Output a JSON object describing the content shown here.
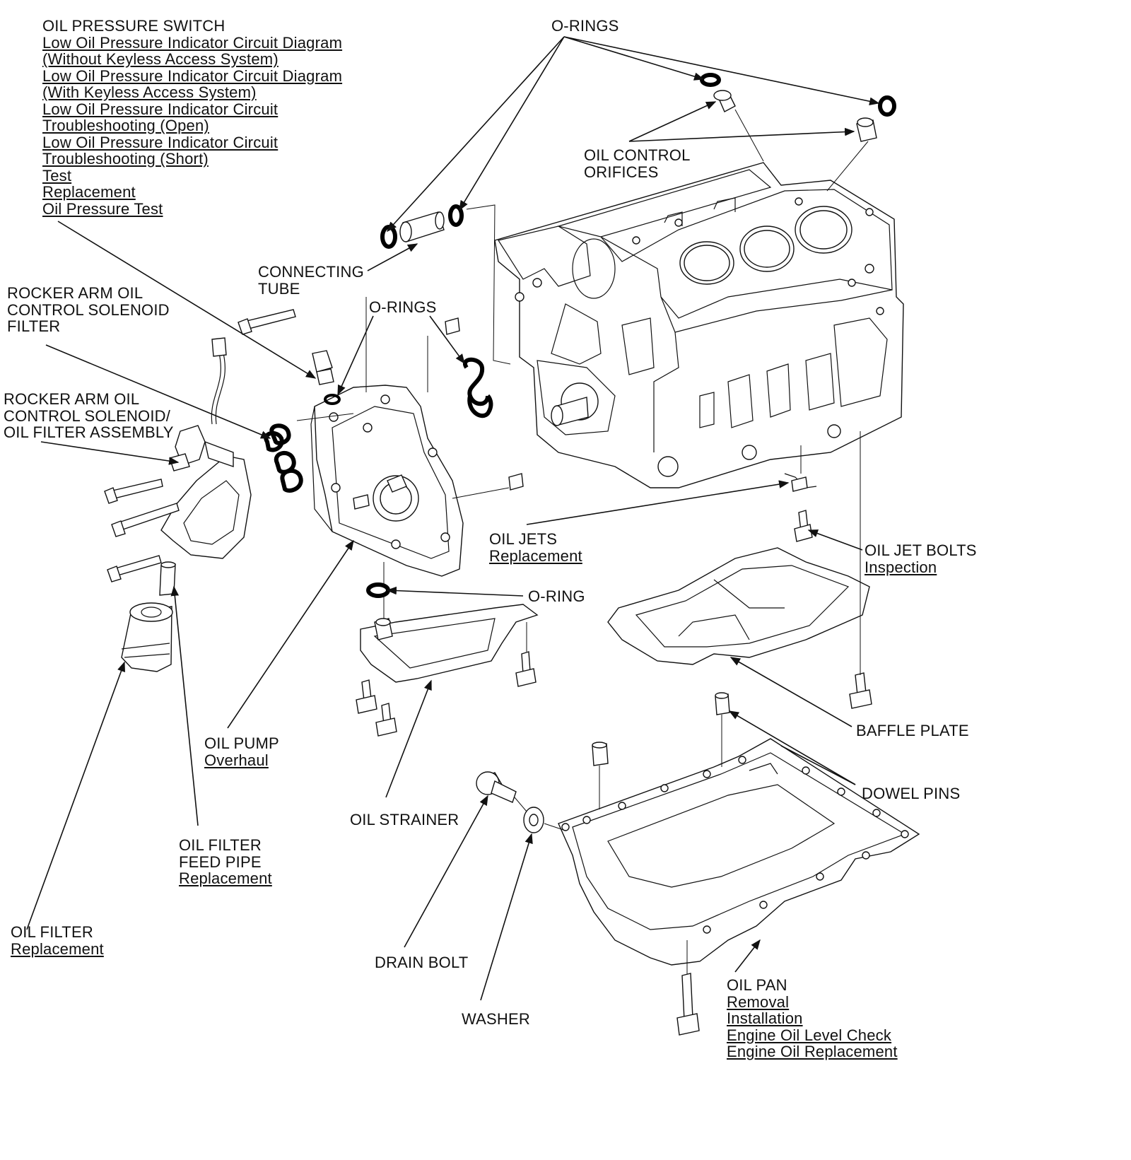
{
  "callouts": {
    "oil_pressure_switch": {
      "title": "OIL PRESSURE SWITCH",
      "links": [
        "Low Oil Pressure Indicator Circuit Diagram",
        "(Without Keyless Access System)",
        "Low Oil Pressure Indicator Circuit Diagram",
        "(With Keyless Access System)",
        "Low Oil Pressure Indicator Circuit ",
        "Troubleshooting (Open)",
        "Low Oil Pressure Indicator Circuit ",
        "Troubleshooting (Short)",
        "Test",
        "Replacement",
        "Oil Pressure Test"
      ]
    },
    "o_rings_top": {
      "title": "O-RINGS"
    },
    "oil_control_orifices": {
      "title": [
        "OIL CONTROL",
        "ORIFICES"
      ]
    },
    "connecting_tube": {
      "title": [
        "CONNECTING",
        "TUBE"
      ]
    },
    "o_rings_mid": {
      "title": "O-RINGS"
    },
    "rocker_arm_filter": {
      "title": [
        "ROCKER ARM OIL",
        "CONTROL SOLENOID",
        "FILTER"
      ]
    },
    "rocker_arm_assembly": {
      "title": [
        "ROCKER ARM OIL",
        "CONTROL SOLENOID/",
        "OIL FILTER ASSEMBLY"
      ]
    },
    "oil_jets": {
      "title": "OIL JETS",
      "links": [
        "Replacement"
      ]
    },
    "oil_jet_bolts": {
      "title": "OIL JET BOLTS",
      "links": [
        "Inspection"
      ]
    },
    "o_ring": {
      "title": "O-RING"
    },
    "baffle_plate": {
      "title": "BAFFLE PLATE"
    },
    "dowel_pins": {
      "title": "DOWEL PINS"
    },
    "oil_pump": {
      "title": "OIL PUMP",
      "links": [
        "Overhaul"
      ]
    },
    "oil_strainer": {
      "title": "OIL STRAINER"
    },
    "oil_filter_feed_pipe": {
      "title": [
        "OIL FILTER",
        "FEED PIPE"
      ],
      "links": [
        "Replacement"
      ]
    },
    "oil_filter": {
      "title": "OIL FILTER",
      "links": [
        "Replacement"
      ]
    },
    "drain_bolt": {
      "title": "DRAIN BOLT"
    },
    "washer": {
      "title": "WASHER"
    },
    "oil_pan": {
      "title": "OIL PAN",
      "links": [
        "Removal",
        "Installation",
        "Engine Oil Level Check",
        "Engine Oil Replacement"
      ]
    }
  }
}
